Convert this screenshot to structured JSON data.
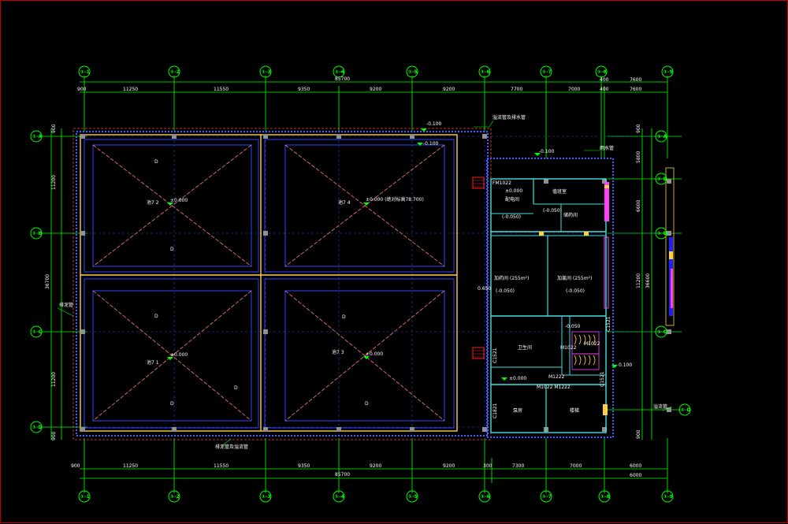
{
  "drawing": {
    "axis_labels": {
      "top": [
        "①-1",
        "①-2",
        "①-3",
        "①-4",
        "①-5",
        "①-6",
        "①-7",
        "①-8",
        "①-9"
      ],
      "bottom": [
        "①-1",
        "①-2",
        "①-3",
        "①-4",
        "①-5",
        "①-6",
        "①-7",
        "①-8",
        "①-9"
      ],
      "left": [
        "①-A",
        "①-B",
        "①-C",
        "①-D"
      ],
      "right": [
        "①-A",
        "①-E",
        "①-B",
        "①-C",
        "①-D"
      ]
    },
    "top_total_dim": "85700",
    "top_dims": [
      "900",
      "11250",
      "11550",
      "9350",
      "9200",
      "9200",
      "7700",
      "7000",
      "400",
      "7600"
    ],
    "bottom_total_dim": "85700",
    "bottom_dims": [
      "900",
      "11250",
      "11550",
      "9350",
      "9200",
      "9200",
      "300",
      "7300",
      "7000",
      "6000"
    ],
    "bottom_right_dim": "6000",
    "left_dims": [
      "900",
      "11200",
      "11200",
      "900"
    ],
    "left_total_dim": "36700",
    "right_dims": [
      "900",
      "5800",
      "6600",
      "11200",
      "900"
    ],
    "right_total_dim": "36600",
    "pools": [
      {
        "label": "池7  2",
        "elev": "±0.000"
      },
      {
        "label": "池7  4",
        "elev": "±0.000 (绝对标高78.700)"
      },
      {
        "label": "池7  1",
        "elev": "±0.000"
      },
      {
        "label": "池7  3",
        "elev": "±0.000"
      }
    ],
    "marks": {
      "d1": "D",
      "d2": "D",
      "d3": "D",
      "d4": "D",
      "d5": "D",
      "d6": "D",
      "d7": "D",
      "l1": "0.650",
      "l2": "-0.100",
      "l3": "-0.100",
      "l4": "-0.100",
      "l5": "±0.000",
      "l6": "-0.050",
      "l7": "-0.050",
      "l8": "-0.050",
      "l9": "-0.050",
      "l10": "0.100",
      "l11": "(-0.050)",
      "l12": "(-0.050)",
      "l13": "(-0.050)",
      "l14": "(-0.050)"
    },
    "rooms": {
      "r1": "FM1022",
      "r2": "±0.000",
      "r3": "配电间",
      "r4": "值班室",
      "r5": "加药间 (255m²)",
      "r6": "加氯间 (255m²)",
      "r7": "储药间",
      "r8": "M1022",
      "r9": "M1222",
      "r10": "M1022 M1222",
      "r11": "卫生间",
      "r12": "泵房",
      "r13": "C1521",
      "r14": "C1821",
      "r15": "楼梯",
      "r16": "M1022"
    },
    "notes": {
      "n1": "溢流管及排水管",
      "n2": "雨水管",
      "n3": "溢流管",
      "n4": "排泥管",
      "n5": "排泥管及溢流管",
      "n6": "C1521",
      "n7": "C1521"
    }
  }
}
